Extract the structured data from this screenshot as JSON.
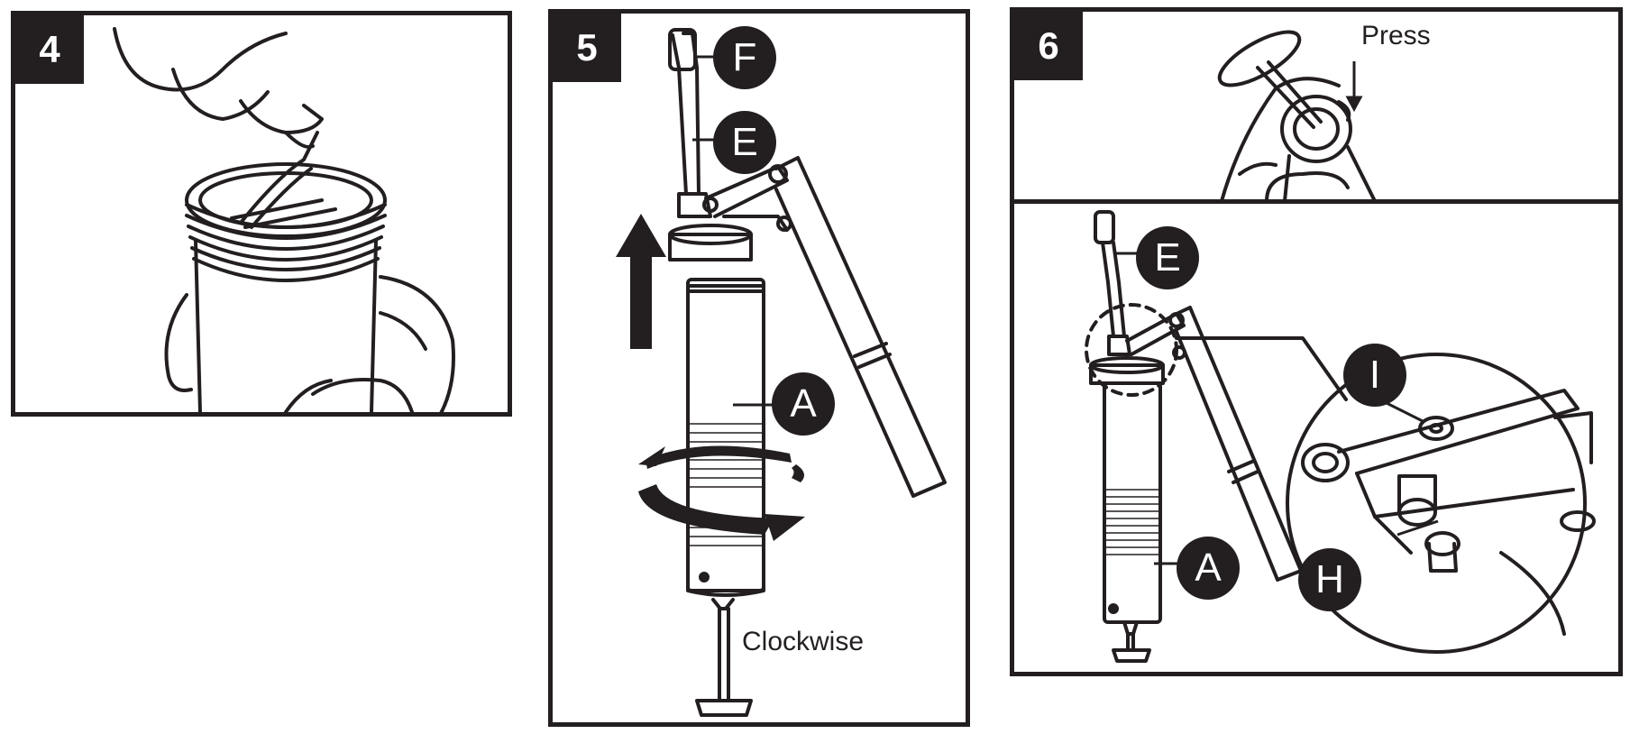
{
  "panels": [
    {
      "step": "4"
    },
    {
      "step": "5",
      "callouts": [
        "F",
        "E",
        "A"
      ],
      "note": "Clockwise"
    },
    {
      "step": "6",
      "note": "Press",
      "callouts": [
        "E",
        "A",
        "I",
        "H"
      ]
    }
  ],
  "icons": [
    "hand-with-pull-tab",
    "up-arrow-icon",
    "rotate-arrows-icon",
    "grease-gun",
    "detail-zoom-circle"
  ],
  "colors": {
    "ink": "#231f20",
    "paper": "#ffffff"
  }
}
